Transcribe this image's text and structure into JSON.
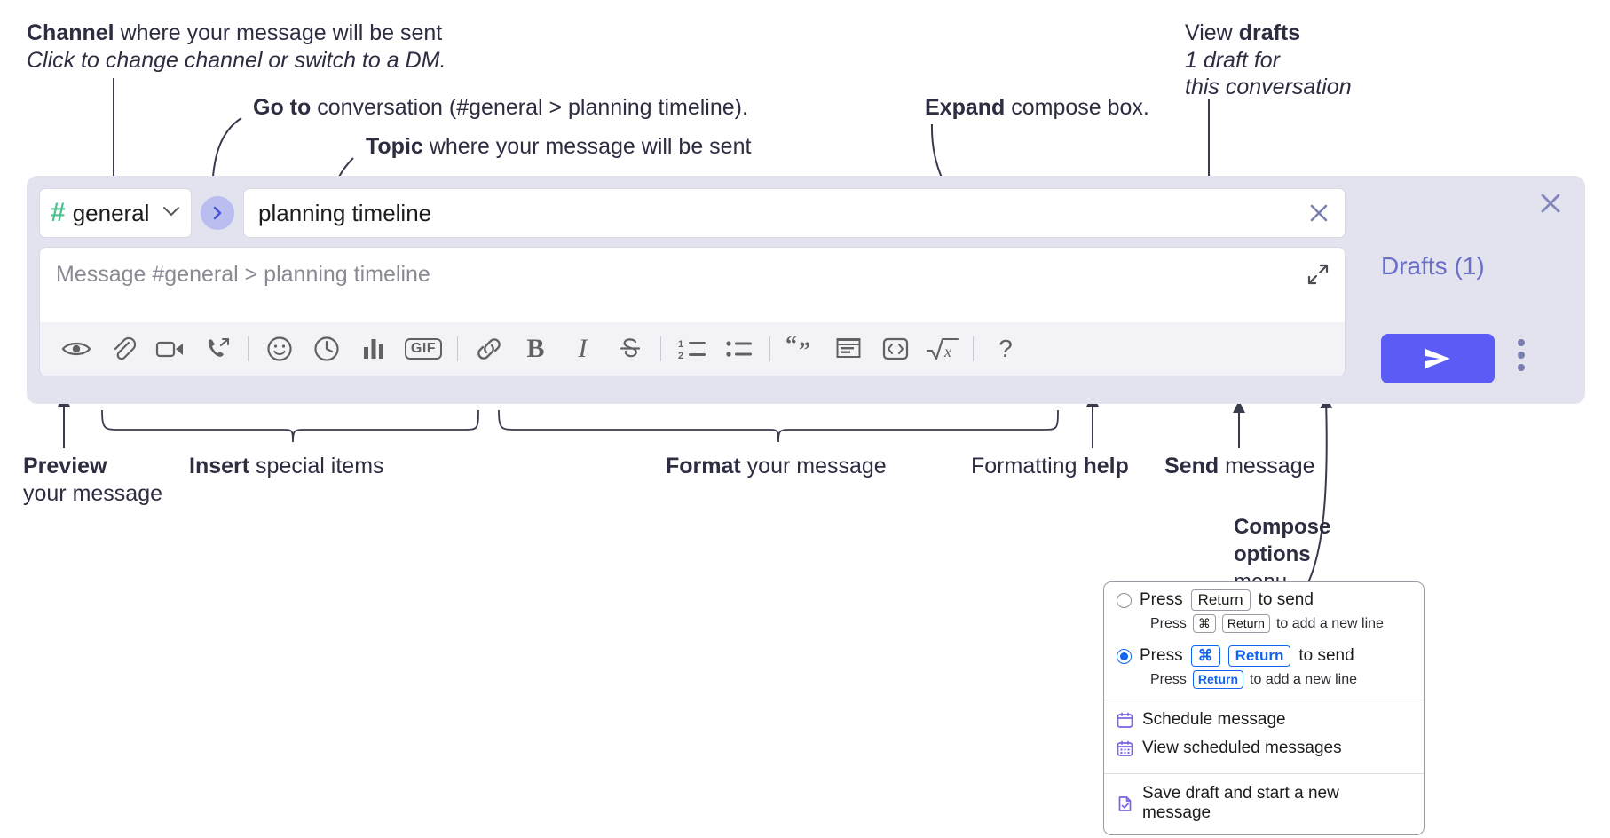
{
  "annotations": {
    "channel": {
      "bold": "Channel",
      "rest": " where your message will be sent",
      "italic": "Click to change channel or switch to a DM."
    },
    "goto": {
      "bold": "Go to",
      "rest": " conversation (#general > planning timeline)."
    },
    "topic": {
      "bold": "Topic",
      "rest": " where your message will be sent"
    },
    "expand": {
      "bold": "Expand",
      "rest": " compose box."
    },
    "drafts": {
      "pre": "View ",
      "bold": "drafts",
      "italic_line1": "1 draft for",
      "italic_line2": "this conversation"
    },
    "preview": {
      "bold": "Preview",
      "line2": "your message"
    },
    "insert": {
      "bold": "Insert",
      "rest": " special items"
    },
    "format": {
      "bold": "Format",
      "rest": " your message"
    },
    "help": {
      "pre": "Formatting ",
      "bold": "help"
    },
    "send": {
      "bold": "Send",
      "rest": " message"
    },
    "compose_options": {
      "bold_line1": "Compose",
      "bold_line2": "options",
      "line3": "menu"
    }
  },
  "compose": {
    "channel_name": "general",
    "hash": "#",
    "topic_value": "planning timeline",
    "message_placeholder": "Message #general > planning timeline",
    "drafts_label": "Drafts (1)",
    "toolbar": [
      {
        "name": "preview-icon",
        "label": "Preview"
      },
      {
        "name": "attachment-icon",
        "label": "Attach file"
      },
      {
        "name": "video-icon",
        "label": "Record video clip"
      },
      {
        "name": "audio-call-icon",
        "label": "Record audio clip"
      },
      {
        "name": "divider",
        "label": ""
      },
      {
        "name": "emoji-icon",
        "label": "Emoji"
      },
      {
        "name": "clock-icon",
        "label": "Schedule"
      },
      {
        "name": "poll-icon",
        "label": "Poll"
      },
      {
        "name": "gif-icon",
        "label": "GIF"
      },
      {
        "name": "divider",
        "label": ""
      },
      {
        "name": "link-icon",
        "label": "Link"
      },
      {
        "name": "bold-icon",
        "label": "B"
      },
      {
        "name": "italic-icon",
        "label": "I"
      },
      {
        "name": "strikethrough-icon",
        "label": "Strikethrough"
      },
      {
        "name": "divider",
        "label": ""
      },
      {
        "name": "ordered-list-icon",
        "label": "Ordered list"
      },
      {
        "name": "bulleted-list-icon",
        "label": "Bulleted list"
      },
      {
        "name": "divider",
        "label": ""
      },
      {
        "name": "blockquote-icon",
        "label": "Blockquote"
      },
      {
        "name": "code-block-icon",
        "label": "Code block"
      },
      {
        "name": "code-icon",
        "label": "Code"
      },
      {
        "name": "math-icon",
        "label": "Math"
      },
      {
        "name": "divider",
        "label": ""
      },
      {
        "name": "help-icon",
        "label": "?"
      }
    ]
  },
  "dropdown": {
    "option1": {
      "press": "Press",
      "key": "Return",
      "to_send": "to send",
      "sub_press": "Press",
      "sub_key1": "⌘",
      "sub_key2": "Return",
      "sub_rest": "to add a new line",
      "selected": false
    },
    "option2": {
      "press": "Press",
      "key1": "⌘",
      "key2": "Return",
      "to_send": "to send",
      "sub_press": "Press",
      "sub_key": "Return",
      "sub_rest": "to add a new line",
      "selected": true
    },
    "items": [
      {
        "icon": "calendar-icon",
        "label": "Schedule message"
      },
      {
        "icon": "calendar-grid-icon",
        "label": "View scheduled messages"
      },
      {
        "icon": "save-draft-icon",
        "label": "Save draft and start a new message"
      }
    ]
  },
  "colors": {
    "panel_bg": "#e2e3ef",
    "send_button": "#5b5bf5",
    "hash_green": "#4fc08d",
    "goto_circle": "#b9bdf0",
    "drafts_text": "#6a6ec4",
    "accent_blue": "#1264f0",
    "menu_icon_purple": "#7b61e8"
  }
}
